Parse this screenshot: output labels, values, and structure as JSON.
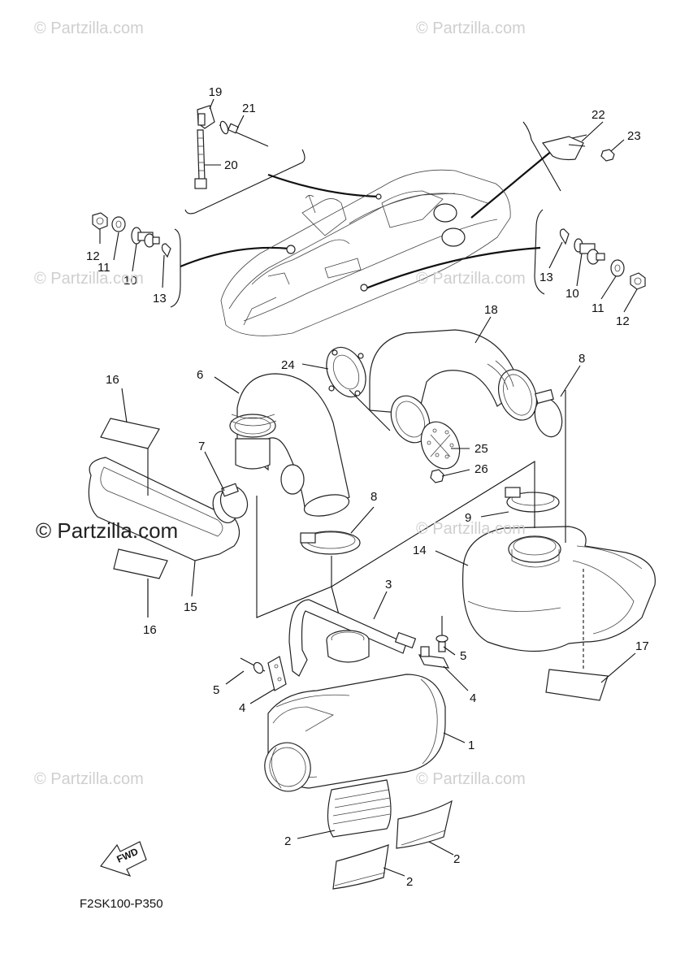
{
  "watermarks": {
    "small": "© Partzilla.com",
    "main": "© Partzilla.com"
  },
  "reference_code": "F2SK100-P350",
  "fwd_label": "FWD",
  "callouts": [
    "1",
    "2",
    "2",
    "2",
    "3",
    "4",
    "4",
    "5",
    "5",
    "6",
    "7",
    "8",
    "8",
    "9",
    "10",
    "10",
    "11",
    "11",
    "12",
    "12",
    "13",
    "13",
    "14",
    "15",
    "16",
    "16",
    "17",
    "18",
    "19",
    "20",
    "21",
    "22",
    "23",
    "24",
    "25",
    "26"
  ]
}
